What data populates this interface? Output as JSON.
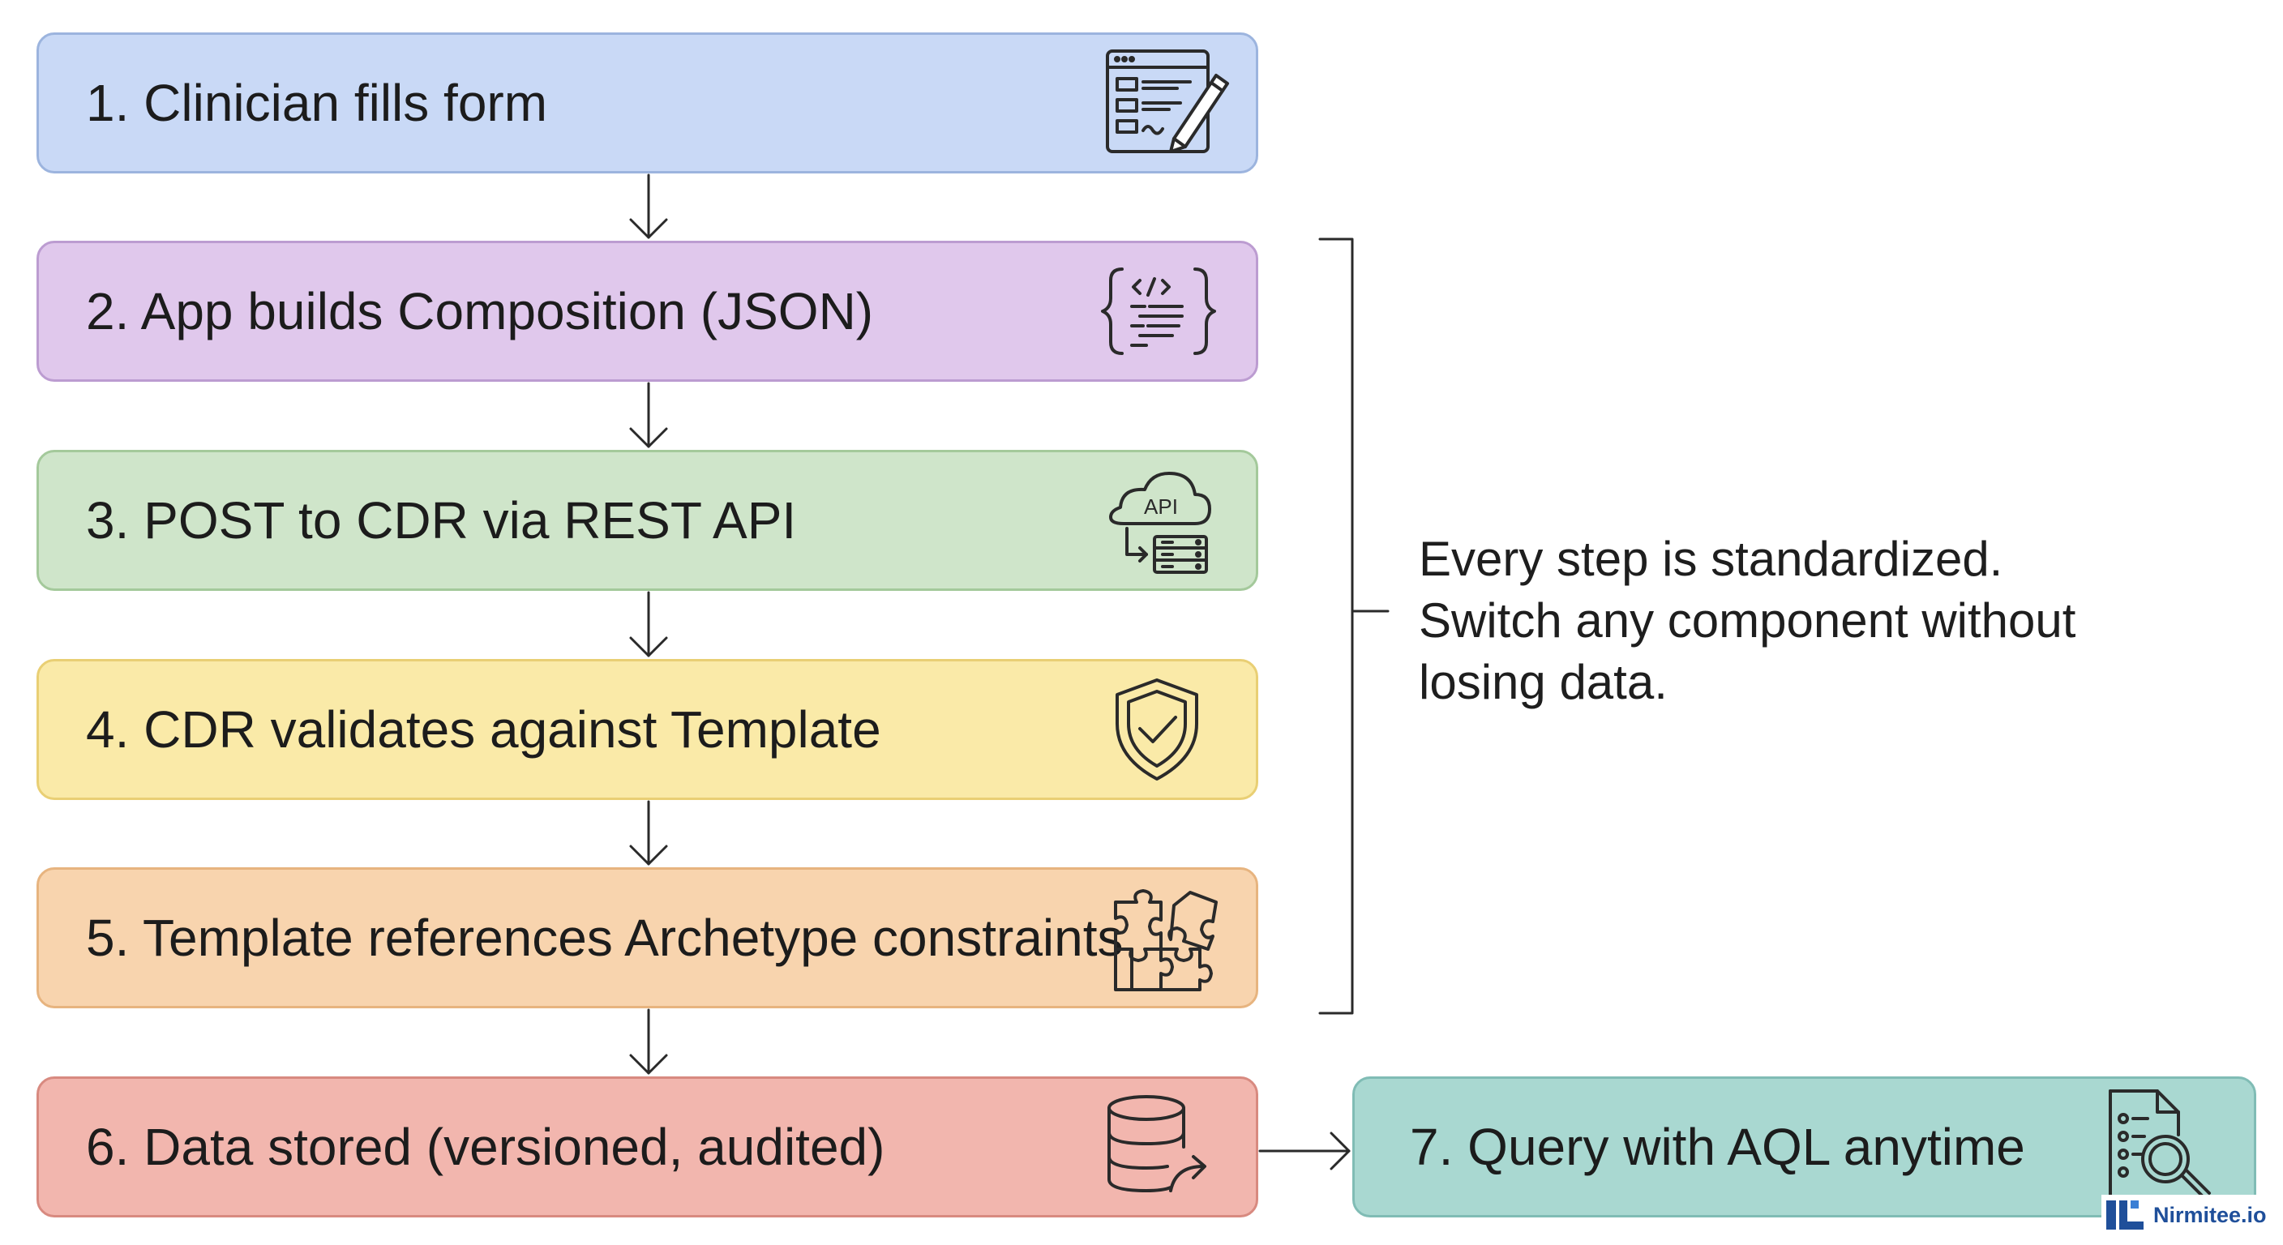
{
  "steps": [
    {
      "label": "1. Clinician fills form",
      "icon": "form-edit-icon"
    },
    {
      "label": "2. App builds Composition (JSON)",
      "icon": "json-code-icon"
    },
    {
      "label": "3. POST to CDR via REST API",
      "icon": "cloud-api-server-icon"
    },
    {
      "label": "4. CDR validates against Template",
      "icon": "shield-check-icon"
    },
    {
      "label": "5. Template references Archetype constraints",
      "icon": "puzzle-icon"
    },
    {
      "label": "6. Data stored (versioned, audited)",
      "icon": "database-export-icon"
    },
    {
      "label": "7. Query with AQL anytime",
      "icon": "document-search-icon"
    }
  ],
  "annotation": {
    "line1": "Every step is standardized.",
    "line2": "Switch any component without",
    "line3": "losing data."
  },
  "icons": {
    "api_text": "API"
  },
  "brand": {
    "name": "Nirmitee.io",
    "color": "#1f4f9a"
  },
  "colors": {
    "step1": "#c9d9f6",
    "step2": "#e0c8ec",
    "step3": "#cfe5ca",
    "step4": "#faeaa8",
    "step5": "#f8d4ae",
    "step6": "#f2b6ae",
    "step7": "#a9d8d1"
  }
}
